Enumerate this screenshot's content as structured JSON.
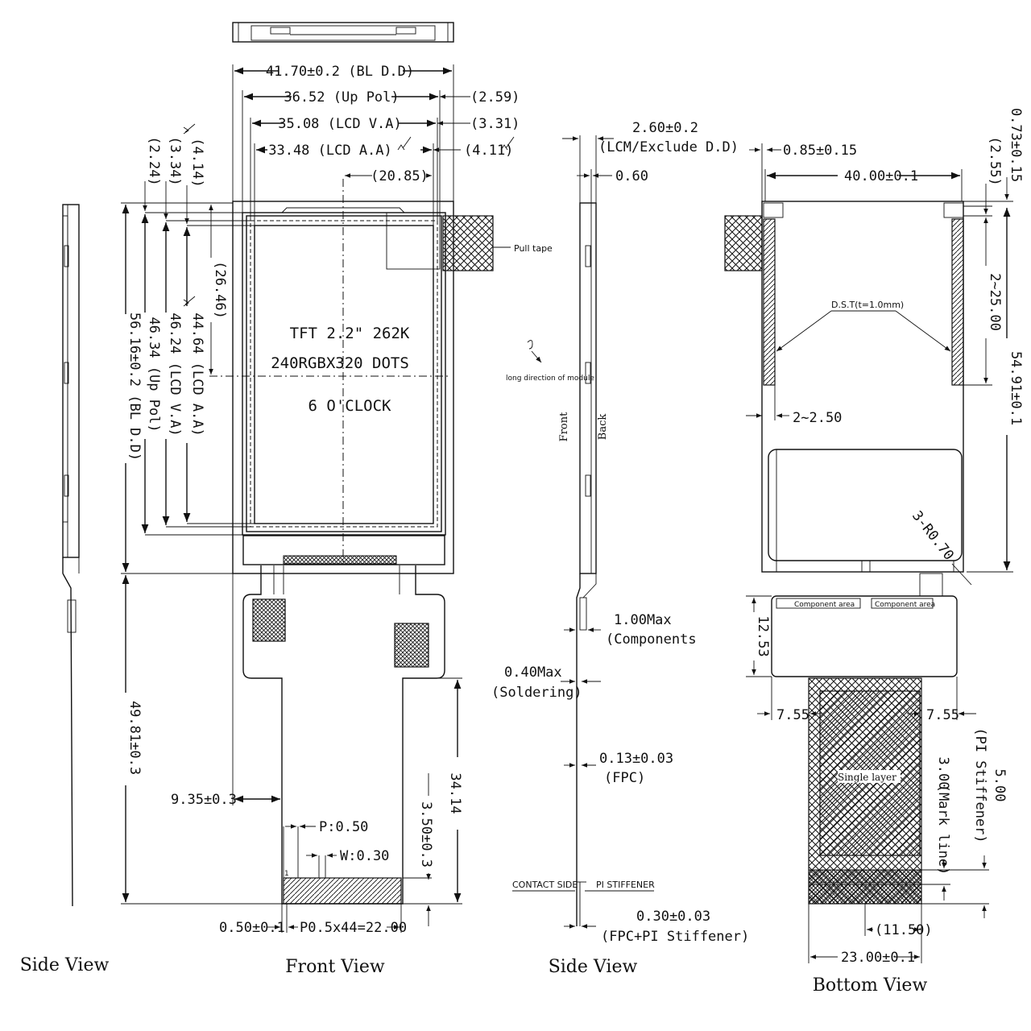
{
  "views": {
    "side_left": "Side View",
    "front": "Front View",
    "side_mid": "Side View",
    "bottom": "Bottom View"
  },
  "front": {
    "dims": {
      "bl_width": "41.70±0.2 (BL D.D)",
      "up_pol_width": "36.52 (Up Pol)",
      "up_pol_gap": "(2.59)",
      "lcd_va_width": "35.08 (LCD V.A)",
      "lcd_va_gap": "(3.31)",
      "lcd_aa_width": "33.48 (LCD A.A)",
      "lcd_aa_gap": "(4.11)",
      "center_offset": "(20.85)",
      "gap_224": "(2.24)",
      "gap_334": "(3.34)",
      "gap_414": "(4.14)",
      "center_v": "(26.46)",
      "aa_height": "44.64 (LCD A.A)",
      "va_height": "46.24 (LCD V.A)",
      "pol_height": "46.34 (Up Pol)",
      "bl_height": "56.16±0.2 (BL D.D)",
      "fpc_length": "49.81±0.3",
      "fpc_offset": "9.35±0.3",
      "fpc_tail": "34.14",
      "finger_length": "3.50±0.3",
      "pitch": "P:0.50",
      "width": "W:0.30",
      "edge": "0.50±0.1",
      "pins": "P0.5x44=22.00"
    },
    "pull_tape": "Pull tape",
    "panel_lines": [
      "TFT 2.2\" 262K",
      "240RGBX320 DOTS",
      "6 O'CLOCK"
    ],
    "pin_marker": "1"
  },
  "side_mid": {
    "lcm_thickness": "2.60±0.2",
    "lcm_note": "(LCM/Exclude D.D)",
    "gap": "0.60",
    "long_direction": "long direction of module",
    "front_label": "Front",
    "back_label": "Back",
    "components_max": "1.00Max",
    "components_label": "(Components",
    "solder_max": "0.40Max",
    "solder_label": "(Soldering)",
    "fpc_thickness": "0.13±0.03",
    "fpc_label": "(FPC)",
    "contact_side": "CONTACT SIDE",
    "pi_stiffener": "PI STIFFENER",
    "total_thickness": "0.30±0.03",
    "total_label": "(FPC+PI Stiffener)"
  },
  "bottom": {
    "tape_width": "0.85±0.15",
    "inner_width": "40.00±0.1",
    "top_offset": "0.73±0.15",
    "side_offset": "(2.55)",
    "dst_note": "D.S.T(t=1.0mm)",
    "tape_range_v": "2~25.00",
    "tape_range_h": "2~2.50",
    "total_height": "54.91±0.1",
    "radius": "3-R0.70",
    "component_area": "Component area",
    "fpc_height": "12.53",
    "fpc_margin_left": "7.55",
    "fpc_margin_right": "7.55",
    "single_layer": "Single layer",
    "pi_stiffener_dim": "5.00",
    "pi_stiffener_label": "(PI Stiffener)",
    "mark_line_dim": "3.00",
    "mark_line_label": "(Mark line)",
    "half_width": "(11.50)",
    "fpc_width": "23.00±0.1"
  }
}
